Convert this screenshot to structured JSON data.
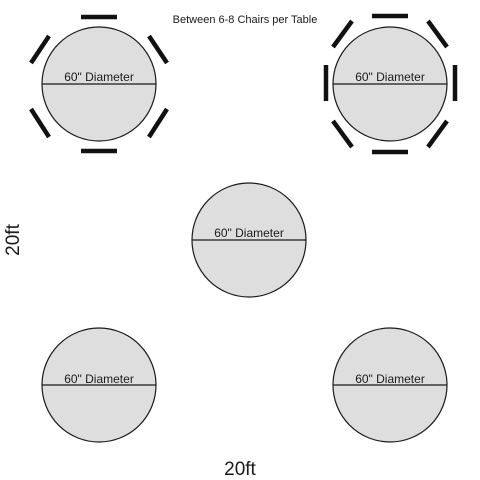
{
  "header": {
    "title": "Between 6-8 Chairs per Table"
  },
  "dimensions": {
    "width_label": "20ft",
    "height_label": "20ft"
  },
  "tables": [
    {
      "label": "60\" Diameter",
      "chairs": 6
    },
    {
      "label": "60\" Diameter",
      "chairs": 8
    },
    {
      "label": "60\" Diameter",
      "chairs": 0
    },
    {
      "label": "60\" Diameter",
      "chairs": 0
    },
    {
      "label": "60\" Diameter",
      "chairs": 0
    }
  ],
  "colors": {
    "table_fill": "#dedede",
    "outline": "#1a1a1a",
    "chair": "#111111"
  }
}
